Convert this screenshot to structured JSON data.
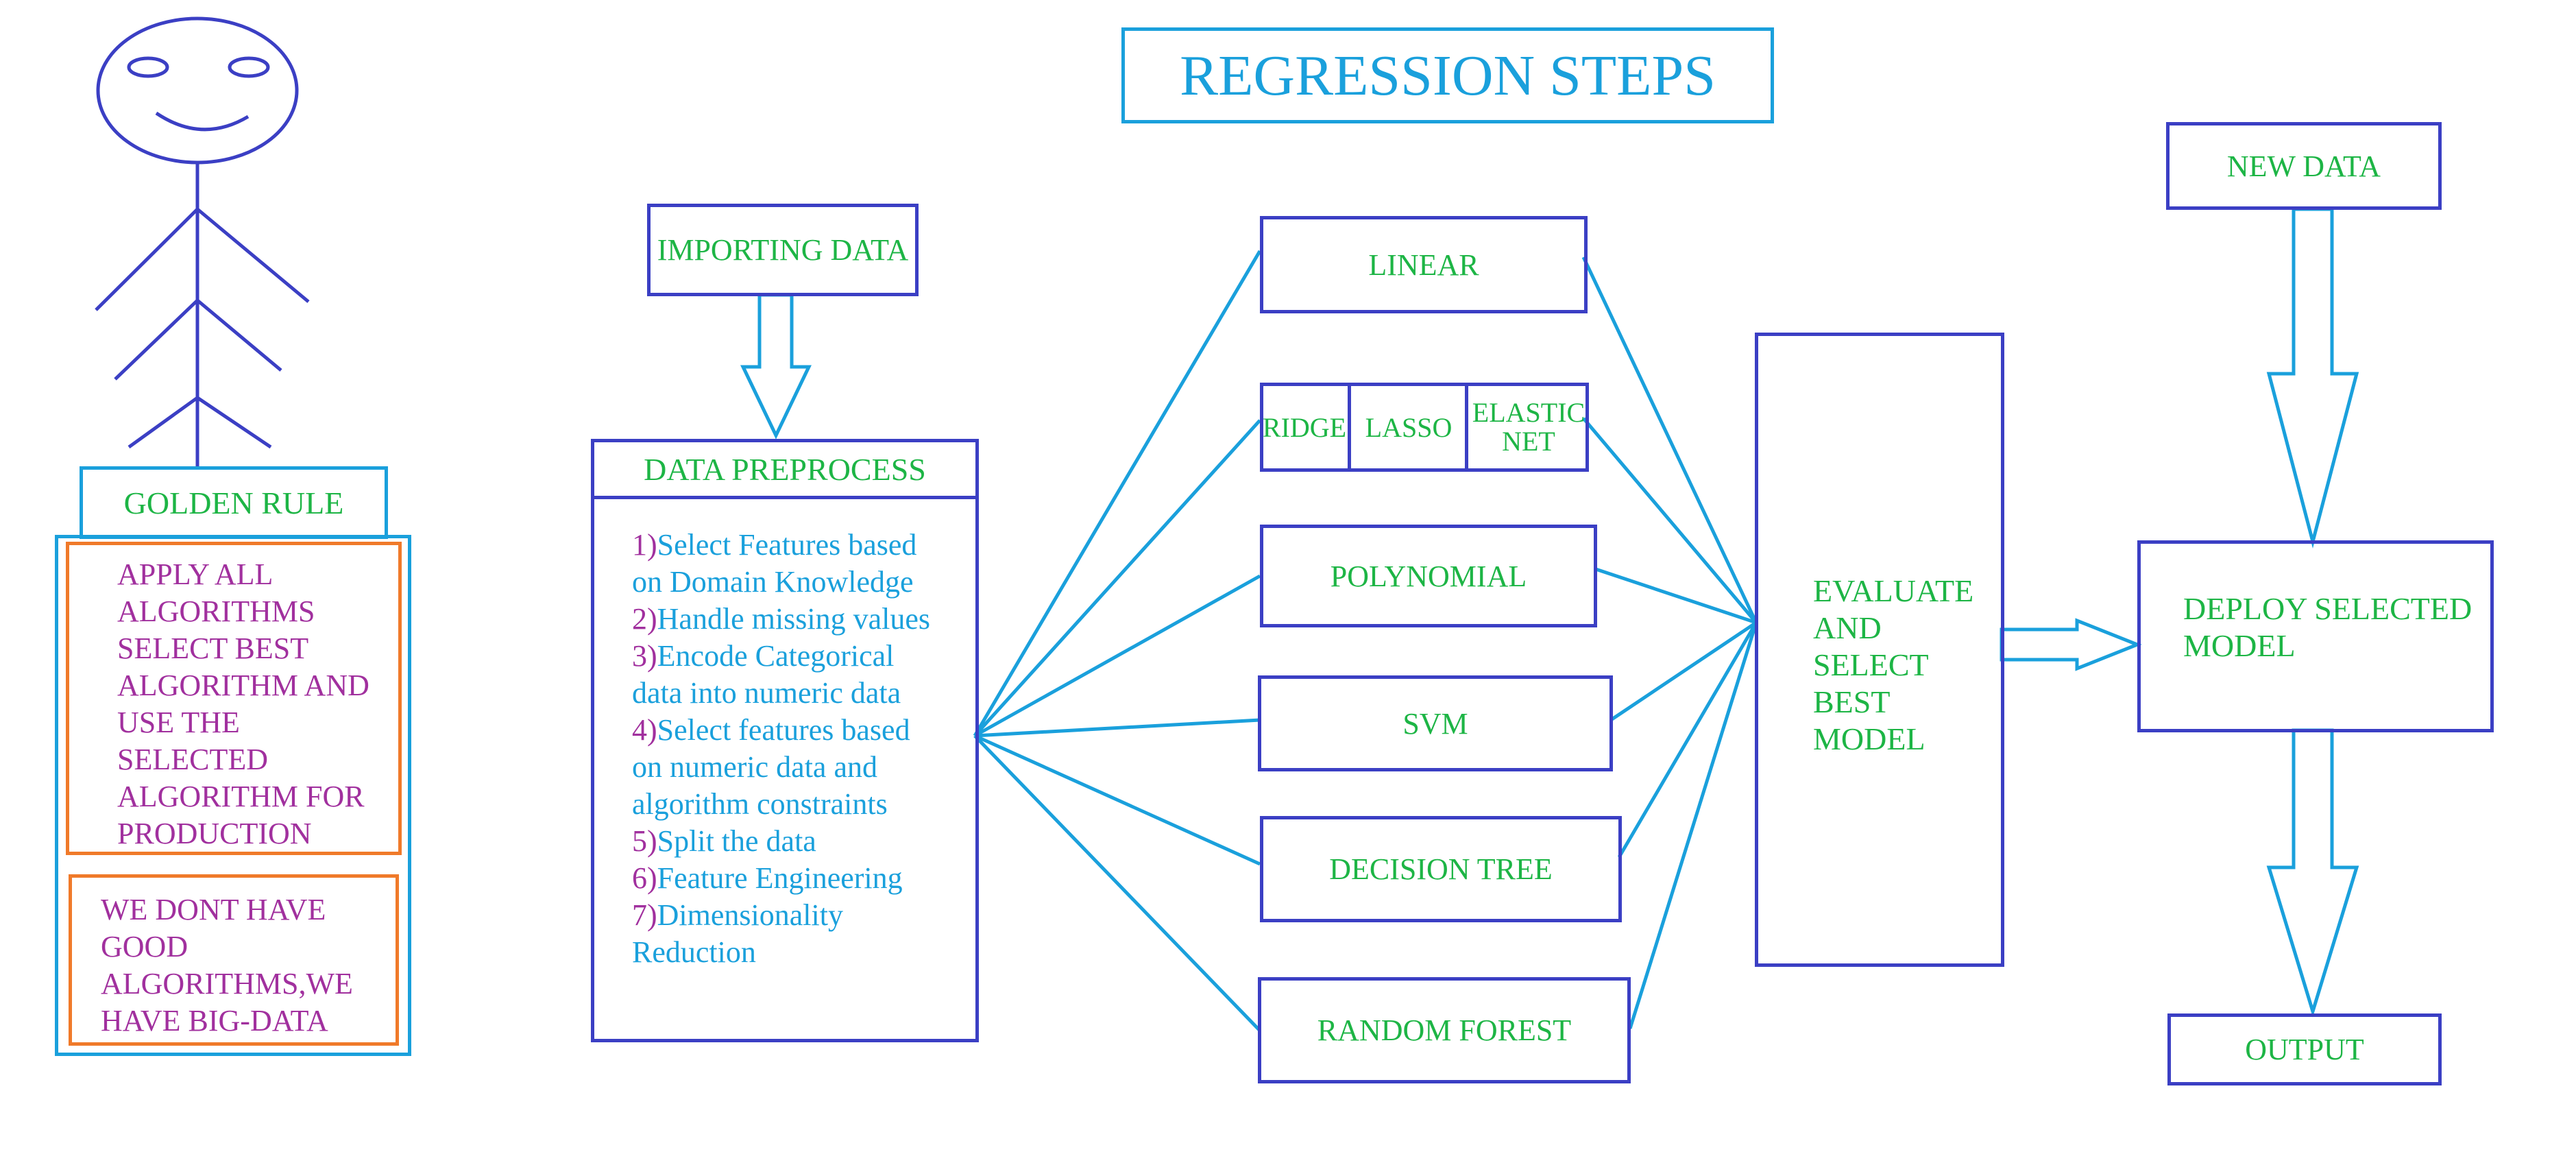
{
  "title": "REGRESSION STEPS",
  "colors": {
    "navy": "#3b3fc4",
    "cyan": "#1aa0dc",
    "green": "#1db545",
    "magenta": "#a1309e",
    "orange": "#f07a2a"
  },
  "golden_rule": {
    "label": "GOLDEN RULE",
    "rule1": [
      "APPLY ALL",
      "ALGORITHMS",
      "SELECT BEST",
      "ALGORITHM AND",
      "USE THE",
      "SELECTED",
      "ALGORITHM FOR",
      "PRODUCTION"
    ],
    "rule2": [
      "WE DONT HAVE",
      "GOOD",
      "ALGORITHMS,WE",
      "HAVE BIG-DATA"
    ]
  },
  "importing": "IMPORTING DATA",
  "preprocess": {
    "label": "DATA PREPROCESS",
    "steps": [
      {
        "n": "1)",
        "t": "Select Features based",
        "cont": "on Domain Knowledge"
      },
      {
        "n": "2)",
        "t": "Handle missing values",
        "cont": ""
      },
      {
        "n": "3)",
        "t": "Encode Categorical",
        "cont": "data into numeric data"
      },
      {
        "n": "4)",
        "t": "Select features based",
        "cont": "on numeric data and",
        "cont2": "algorithm constraints"
      },
      {
        "n": "5)",
        "t": "Split the data",
        "cont": ""
      },
      {
        "n": "6)",
        "t": "Feature Engineering",
        "cont": ""
      },
      {
        "n": "7)",
        "t": "Dimensionality",
        "cont": "Reduction"
      }
    ]
  },
  "models": {
    "linear": "LINEAR",
    "ridge": "RIDGE",
    "lasso": "LASSO",
    "elastic": [
      "ELASTIC",
      "NET"
    ],
    "polynomial": "POLYNOMIAL",
    "svm": "SVM",
    "decision_tree": "DECISION TREE",
    "random_forest": "RANDOM FOREST"
  },
  "evaluate": [
    "EVALUATE",
    "AND",
    "SELECT",
    "BEST",
    "MODEL"
  ],
  "new_data": "NEW DATA",
  "deploy": [
    "DEPLOY SELECTED",
    "MODEL"
  ],
  "output": "OUTPUT"
}
